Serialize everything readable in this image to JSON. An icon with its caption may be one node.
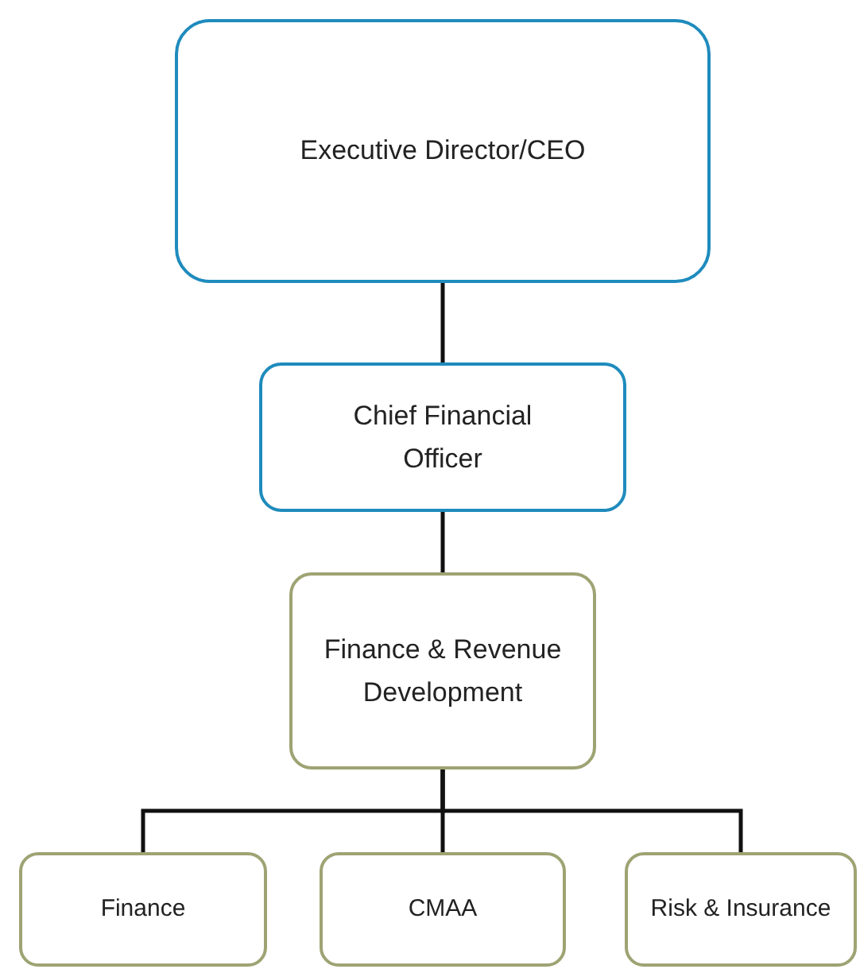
{
  "diagram": {
    "nodes": [
      {
        "text": [
          "Executive Director/CEO"
        ]
      },
      {
        "text": [
          "Chief Financial Officer"
        ]
      },
      {
        "text": [
          "Finance & Revenue Development"
        ]
      },
      {
        "text": [
          "Finance"
        ]
      },
      {
        "text": [
          "CMAA"
        ]
      },
      {
        "text": [
          "Risk & Insurance"
        ]
      }
    ],
    "edges": [
      {
        "from": 0,
        "to": 1,
        "arrow": "none"
      },
      {
        "from": 1,
        "to": 2,
        "arrow": "none"
      },
      {
        "from": 2,
        "to": 3,
        "arrow": "none"
      },
      {
        "from": 2,
        "to": 4,
        "arrow": "none"
      },
      {
        "from": 2,
        "to": 5,
        "arrow": "none"
      }
    ]
  }
}
